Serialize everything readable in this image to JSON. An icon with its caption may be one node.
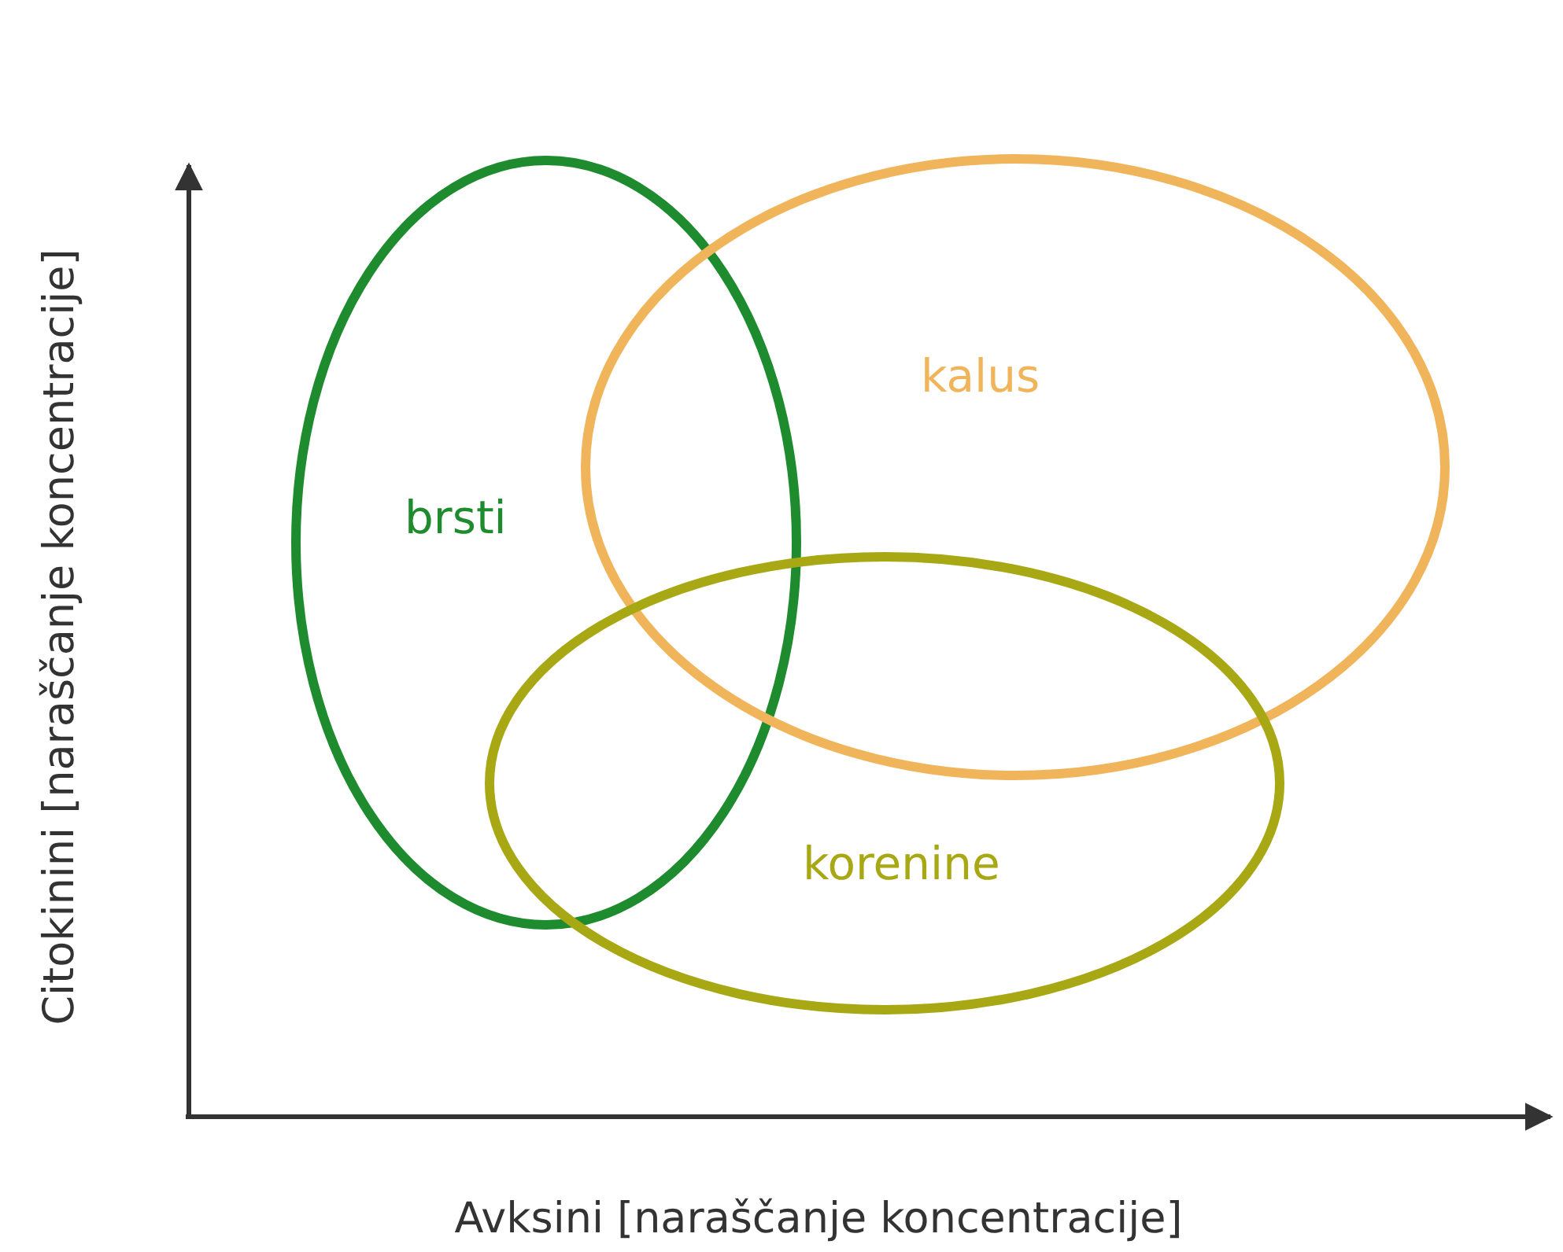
{
  "diagram": {
    "nodes": [
      {
        "text": [
          "brsti"
        ]
      },
      {
        "text": [
          "kalus"
        ]
      },
      {
        "text": [
          "korenine"
        ]
      }
    ],
    "labels": [
      "Citokinini [naraščanje koncentracije]",
      "Avksini [naraščanje koncentracije]"
    ]
  }
}
